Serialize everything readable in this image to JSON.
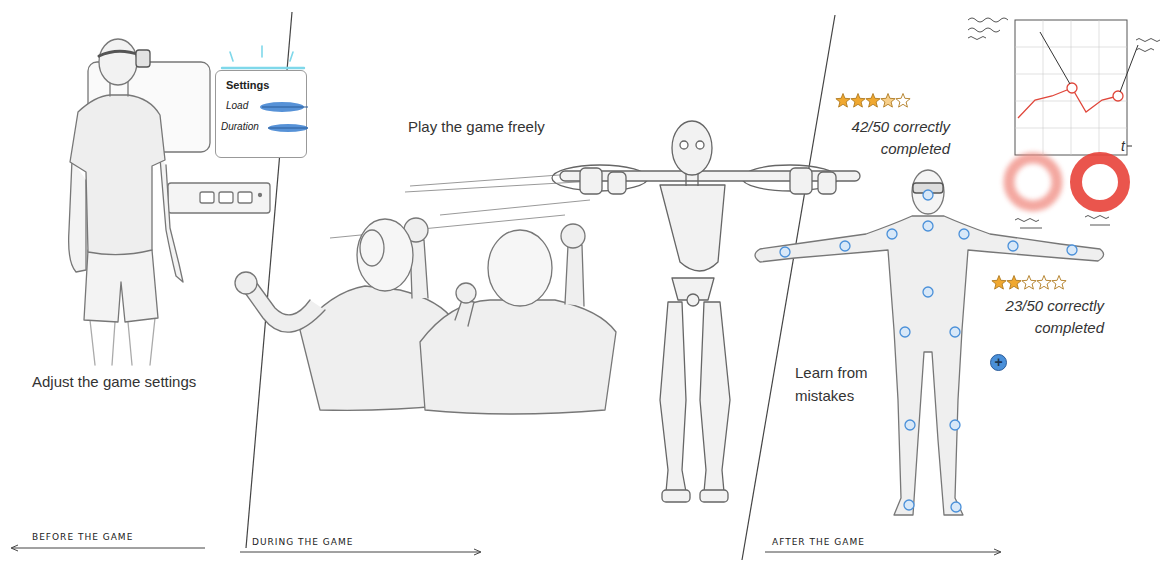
{
  "diagram": {
    "nodes": [
      {
        "text": [
          "Settings",
          "Load",
          "Duration"
        ]
      },
      {
        "text": [
          "+"
        ]
      }
    ],
    "edges": [],
    "labels": [
      "Play the game freely",
      "Adjust the game settings",
      "Learn from mistakes",
      "42/50 correctly completed",
      "23/50 correctly completed",
      "t",
      "BEFORE THE GAME",
      "DURING THE GAME",
      "AFTER THE GAME"
    ]
  }
}
